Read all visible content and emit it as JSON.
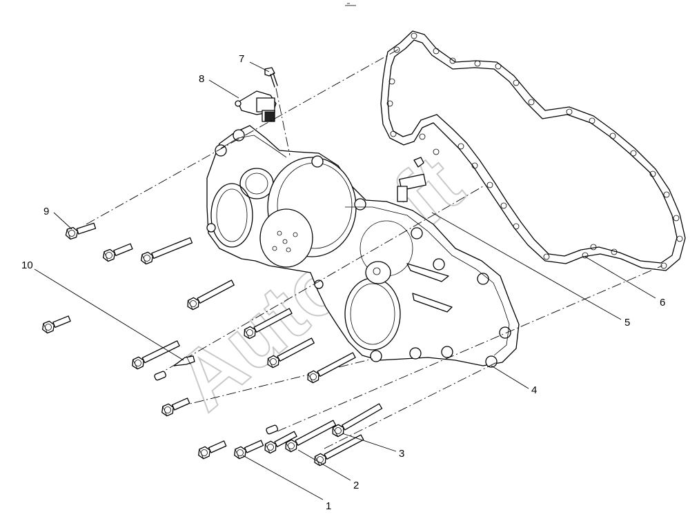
{
  "watermark": "Autosoft",
  "callouts": [
    {
      "id": "1",
      "label": "1"
    },
    {
      "id": "2",
      "label": "2"
    },
    {
      "id": "3",
      "label": "3"
    },
    {
      "id": "4",
      "label": "4"
    },
    {
      "id": "5",
      "label": "5"
    },
    {
      "id": "6",
      "label": "6"
    },
    {
      "id": "7",
      "label": "7"
    },
    {
      "id": "8",
      "label": "8"
    },
    {
      "id": "9",
      "label": "9"
    },
    {
      "id": "10",
      "label": "10"
    }
  ]
}
